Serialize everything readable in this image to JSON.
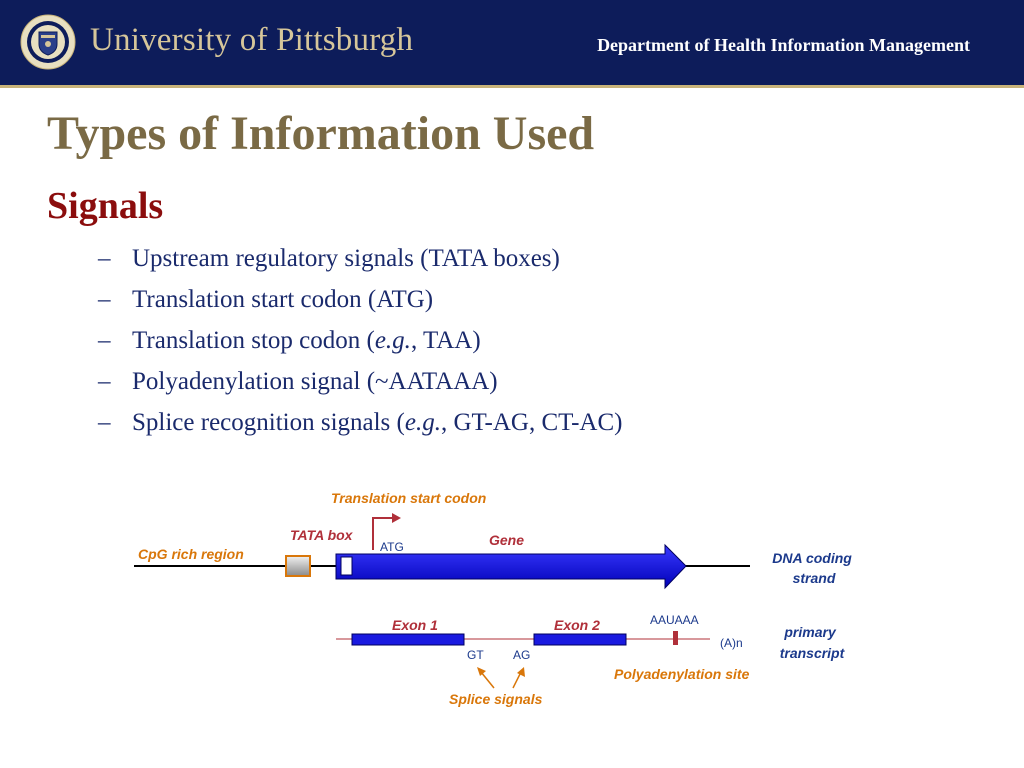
{
  "header": {
    "university": "University of Pittsburgh",
    "department": "Department of Health Information Management",
    "colors": {
      "bar": "#0d1c5a",
      "gold": "#d6c69a"
    }
  },
  "slide": {
    "title": "Types of Information Used",
    "subhead": "Signals",
    "bullets": [
      {
        "dash": "–",
        "text": "Upstream regulatory signals (TATA boxes)"
      },
      {
        "dash": "–",
        "text": "Translation start codon (ATG)"
      },
      {
        "dash": "–",
        "pre": "Translation stop codon  (",
        "em": "e.g.",
        "post": ", TAA)"
      },
      {
        "dash": "–",
        "text": "Polyadenylation signal (~AATAAA)"
      },
      {
        "dash": "–",
        "pre": "Splice recognition signals (",
        "em": "e.g.",
        "post": ", GT-AG, CT-AC)"
      }
    ]
  },
  "diagram": {
    "translation_start": "Translation start codon",
    "tata_box": "TATA box",
    "atg": "ATG",
    "gene": "Gene",
    "cpg": "CpG rich region",
    "dna_strand": [
      "DNA coding",
      "strand"
    ],
    "exon1": "Exon 1",
    "exon2": "Exon 2",
    "aauaaa": "AAUAAA",
    "poly_a_tail": "(A)n",
    "primary_transcript": [
      "primary",
      "transcript"
    ],
    "gt": "GT",
    "ag": "AG",
    "polyadenylation_site": "Polyadenylation site",
    "splice_signals": "Splice signals",
    "colors": {
      "gene_blue": "#1a1ae0",
      "orange": "#d9770a",
      "red": "#b0303a",
      "navy": "#1c3a8c"
    }
  }
}
